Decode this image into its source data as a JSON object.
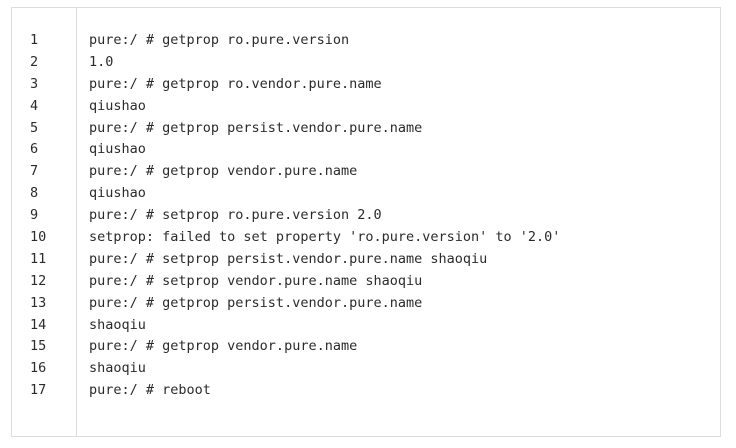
{
  "code_block": {
    "language": "shell-session",
    "colors": {
      "background": "#ffffff",
      "border": "#dcdcdc",
      "text": "#2b2b2b",
      "gutter_divider": "#dcdcdc"
    },
    "line_numbers": [
      "1",
      "2",
      "3",
      "4",
      "5",
      "6",
      "7",
      "8",
      "9",
      "10",
      "11",
      "12",
      "13",
      "14",
      "15",
      "16",
      "17"
    ],
    "lines": [
      "pure:/ # getprop ro.pure.version",
      "1.0",
      "pure:/ # getprop ro.vendor.pure.name",
      "qiushao",
      "pure:/ # getprop persist.vendor.pure.name",
      "qiushao",
      "pure:/ # getprop vendor.pure.name",
      "qiushao",
      "pure:/ # setprop ro.pure.version 2.0",
      "setprop: failed to set property 'ro.pure.version' to '2.0'",
      "pure:/ # setprop persist.vendor.pure.name shaoqiu",
      "pure:/ # setprop vendor.pure.name shaoqiu",
      "pure:/ # getprop persist.vendor.pure.name",
      "shaoqiu",
      "pure:/ # getprop vendor.pure.name",
      "shaoqiu",
      "pure:/ # reboot"
    ]
  }
}
